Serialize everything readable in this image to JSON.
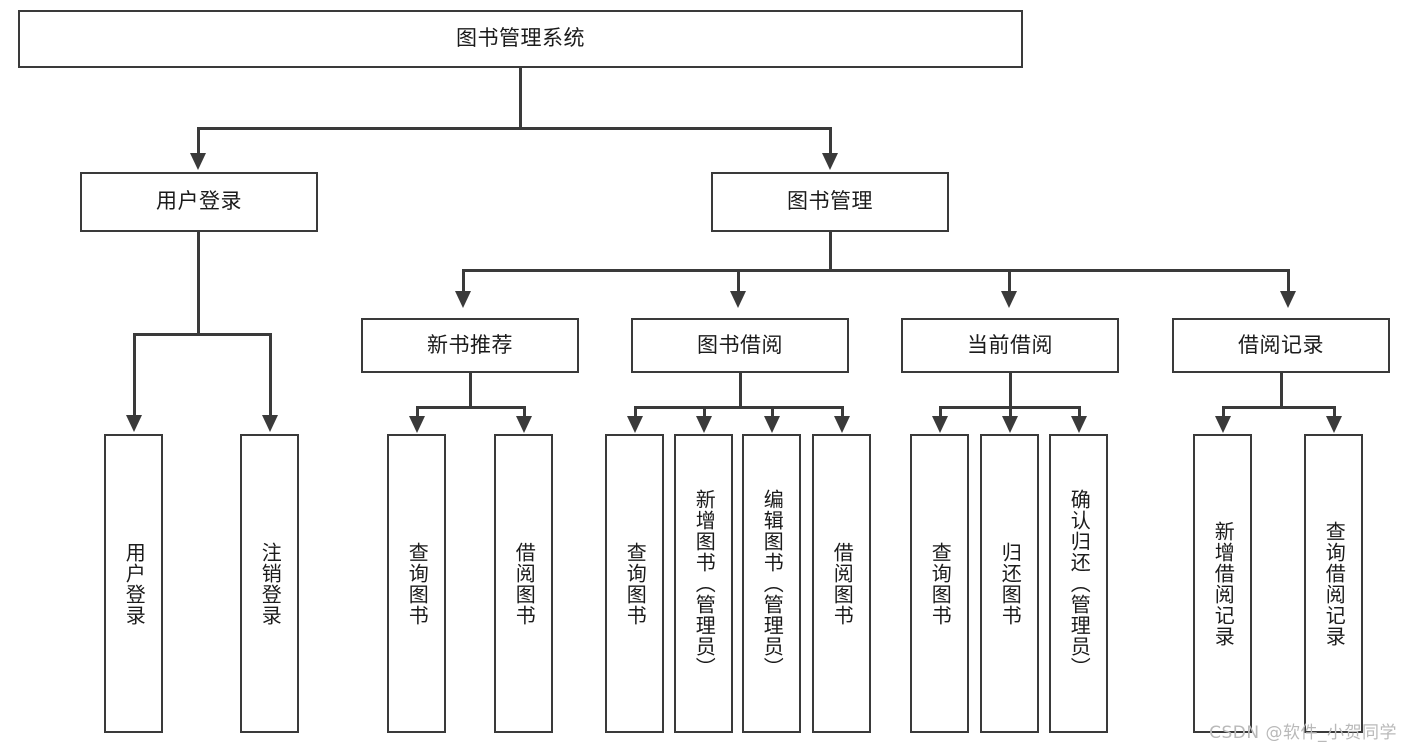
{
  "diagram": {
    "title": "图书管理系统",
    "watermark": "CSDN @软件_小贺同学",
    "colors": {
      "stroke": "#3a3a3a",
      "text": "#1b1b1b",
      "background": "#ffffff",
      "watermark": "#b9b9b9"
    },
    "root": {
      "label": "图书管理系统"
    },
    "level2": [
      {
        "label": "用户登录"
      },
      {
        "label": "图书管理"
      }
    ],
    "level3": [
      {
        "label": "新书推荐"
      },
      {
        "label": "图书借阅"
      },
      {
        "label": "当前借阅"
      },
      {
        "label": "借阅记录"
      }
    ],
    "leaves": {
      "user_login": [
        {
          "label": "用户登录"
        },
        {
          "label": "注销登录"
        }
      ],
      "new_book_recommend": [
        {
          "label": "查询图书"
        },
        {
          "label": "借阅图书"
        }
      ],
      "book_borrow": [
        {
          "label": "查询图书"
        },
        {
          "label": "新增图书（管理员）"
        },
        {
          "label": "编辑图书（管理员）"
        },
        {
          "label": "借阅图书"
        }
      ],
      "current_borrow": [
        {
          "label": "查询图书"
        },
        {
          "label": "归还图书"
        },
        {
          "label": "确认归还（管理员）"
        }
      ],
      "borrow_record": [
        {
          "label": "新增借阅记录"
        },
        {
          "label": "查询借阅记录"
        }
      ]
    }
  }
}
